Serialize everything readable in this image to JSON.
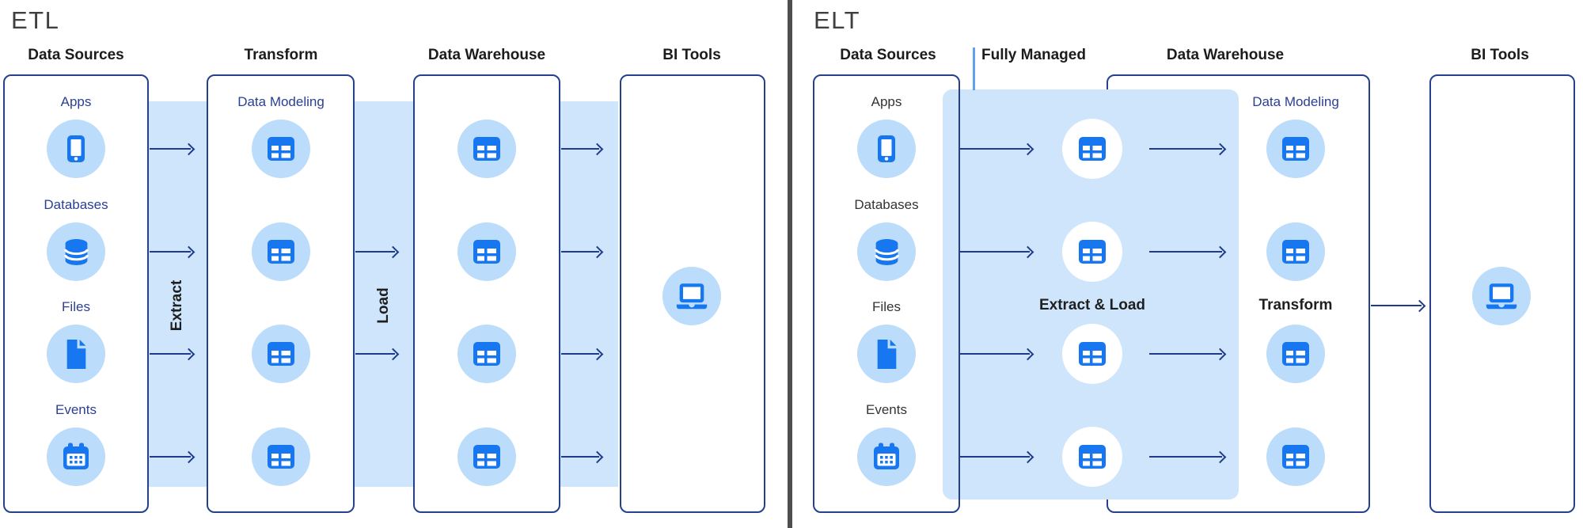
{
  "etl": {
    "title": "ETL",
    "headers": {
      "sources": "Data Sources",
      "transform": "Transform",
      "warehouse": "Data Warehouse",
      "bi": "BI Tools"
    },
    "sources": [
      {
        "label": "Apps",
        "icon": "phone-icon"
      },
      {
        "label": "Databases",
        "icon": "database-icon"
      },
      {
        "label": "Files",
        "icon": "file-icon"
      },
      {
        "label": "Events",
        "icon": "calendar-icon"
      }
    ],
    "transform_title": "Data Modeling",
    "extract_label": "Extract",
    "load_label": "Load"
  },
  "elt": {
    "title": "ELT",
    "headers": {
      "sources": "Data Sources",
      "managed": "Fully Managed",
      "warehouse": "Data Warehouse",
      "bi": "BI Tools"
    },
    "sources": [
      {
        "label": "Apps",
        "icon": "phone-icon"
      },
      {
        "label": "Databases",
        "icon": "database-icon"
      },
      {
        "label": "Files",
        "icon": "file-icon"
      },
      {
        "label": "Events",
        "icon": "calendar-icon"
      }
    ],
    "extract_load_label": "Extract & Load",
    "warehouse_labels": {
      "data_modeling": "Data Modeling",
      "transform": "Transform"
    }
  },
  "colors": {
    "icon_blue": "#1677F0",
    "flow_fill_light_blue": "#CEE5FC",
    "circle_fill_blue": "#BBDCFA",
    "box_border_navy": "#24418E",
    "arrow_navy": "#1E3B8D",
    "divider_gray": "#4F4F4F",
    "header_text": "#1C1C1C",
    "label_navy": "#2B3F94",
    "title_gray": "#3F3F3F",
    "managed_tick_blue": "#5FA1EC"
  }
}
